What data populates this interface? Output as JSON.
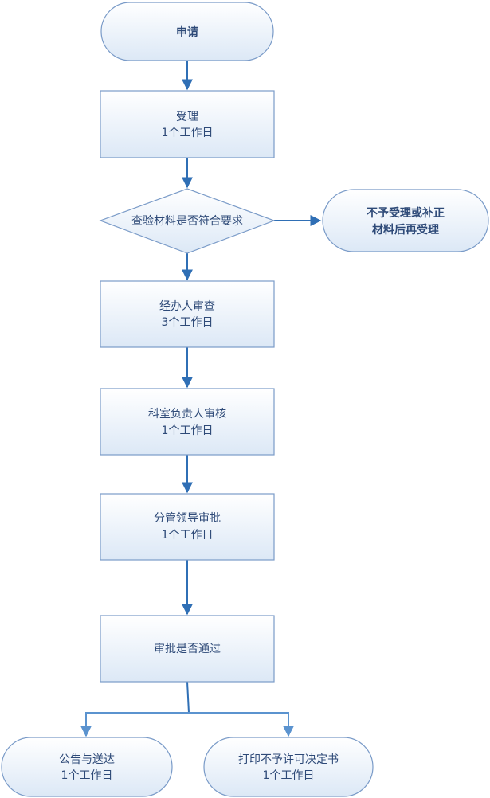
{
  "colors": {
    "node_border": "#7a9bc8",
    "node_fill_top": "#ffffff",
    "node_fill_bottom": "#dce8f6",
    "arrow": "#2f6fb5",
    "text": "#2e4a78",
    "background": "#ffffff"
  },
  "nodes": {
    "start": {
      "lines": [
        "申请"
      ]
    },
    "accept": {
      "lines": [
        "受理",
        "1个工作日"
      ]
    },
    "check_materials": {
      "lines": [
        "查验材料是否符合要求"
      ]
    },
    "reject_supplement": {
      "lines": [
        "不予受理或补正",
        "材料后再受理"
      ]
    },
    "handler_review": {
      "lines": [
        "经办人审查",
        "3个工作日"
      ]
    },
    "section_review": {
      "lines": [
        "科室负责人审核",
        "1个工作日"
      ]
    },
    "leader_approval": {
      "lines": [
        "分管领导审批",
        "1个工作日"
      ]
    },
    "approved_decision": {
      "lines": [
        "审批是否通过"
      ]
    },
    "announce_deliver": {
      "lines": [
        "公告与送达",
        "1个工作日"
      ]
    },
    "print_denial": {
      "lines": [
        "打印不予许可决定书",
        "1个工作日"
      ]
    }
  }
}
